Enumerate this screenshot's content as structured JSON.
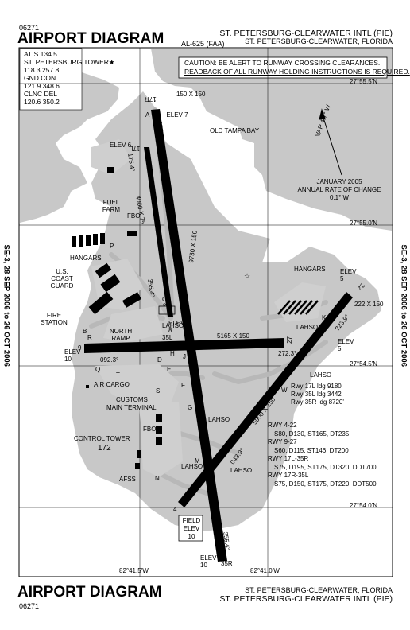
{
  "header": {
    "procedure_number": "06271",
    "title": "AIRPORT DIAGRAM",
    "airport_name": "ST. PETERSBURG-CLEARWATER INTL (PIE)",
    "location": "ST. PETERSBURG-CLEARWATER, FLORIDA",
    "al_number": "AL-625 (FAA)"
  },
  "footer": {
    "title": "AIRPORT DIAGRAM",
    "procedure_number": "06271",
    "location": "ST. PETERSBURG-CLEARWATER, FLORIDA",
    "airport_name": "ST. PETERSBURG-CLEARWATER INTL (PIE)"
  },
  "side_text": "SE-3, 28 SEP 2006 to 26 OCT 2006",
  "frequencies": [
    "ATIS 134.5",
    "ST. PETERSBURG TOWER★",
    "118.3  257.8",
    "GND CON",
    "121.9 348.6",
    "CLNC DEL",
    "120.6 350.2"
  ],
  "caution": {
    "line1": "CAUTION: BE ALERT TO RUNWAY CROSSING CLEARANCES.",
    "line2": "READBACK OF ALL RUNWAY HOLDING INSTRUCTIONS IS REQUIRED."
  },
  "variation": {
    "label": "VAR 4.7° W",
    "date": "JANUARY 2005",
    "rate_label": "ANNUAL RATE OF CHANGE",
    "rate": "0.1° W"
  },
  "grid": {
    "lat": [
      "27°55.5'N",
      "27°55.0'N",
      "27°54.5'N",
      "27°54.0'N"
    ],
    "lon": [
      "82°41.5'W",
      "82°41.0'W"
    ]
  },
  "labels": {
    "bay": "OLD TAMPA BAY",
    "dim_top": "150 X 150",
    "dim_17l": "4000 X 75",
    "dim_main": "9730 X 150",
    "dim_922": "5165 X 150",
    "dim_427": "5900 X 150",
    "dim_rt": "222 X 150",
    "elev_17r": "ELEV 7",
    "elev_17l": "ELEV 6",
    "elev_35l": "ELEV 8",
    "elev_9": "ELEV 10",
    "elev_27": "ELEV 5",
    "elev_22": "ELEV 5",
    "elev_35r": "ELEV 10",
    "field_elev_title": "FIELD ELEV",
    "field_elev_value": "10",
    "hdg_17r": "175.4°",
    "hdg_17l": "175.4°",
    "hdg_35l": "355.4°",
    "hdg_35r": "355.4°",
    "hdg_9": "092.3°",
    "hdg_27": "272.3°",
    "hdg_22": "223.9°",
    "hdg_4": "043.9°",
    "rwy_17r": "17R",
    "rwy_17l": "17L",
    "rwy_35l": "35L",
    "rwy_35r": "35R",
    "rwy_9": "9",
    "rwy_27": "27",
    "rwy_22": "22",
    "rwy_4": "4",
    "fuel_farm": "FUEL FARM",
    "fbo": "FBO",
    "fbo2": "FBO",
    "hangars": "HANGARS",
    "hangars2": "HANGARS",
    "coast_guard": "U.S. COAST GUARD",
    "fire_station": "FIRE STATION",
    "north_ramp": "NORTH RAMP",
    "air_cargo": "AIR CARGO",
    "customs": "CUSTOMS",
    "terminal": "MAIN TERMINAL",
    "control_tower": "CONTROL TOWER",
    "tower_height": "172",
    "afss": "AFSS",
    "lahso": "LAHSO"
  },
  "taxiways": [
    "A",
    "B",
    "C",
    "D",
    "E",
    "F",
    "G",
    "H",
    "J",
    "K",
    "L",
    "M",
    "N",
    "P",
    "Q",
    "R",
    "S",
    "T",
    "W"
  ],
  "landing_distances": [
    "Rwy 17L ldg 9180'",
    "Rwy 35L ldg 3442'",
    "Rwy 35R ldg 8720'"
  ],
  "runway_info": [
    "RWY 4-22",
    "S80, D130, ST165, DT235",
    "RWY 9-27",
    "S60, D115, ST146, DT200",
    "RWY 17L-35R",
    "S75, D195, ST175, DT320, DDT700",
    "RWY 17R-35L",
    "S75, D150, ST175, DT220, DDT500"
  ],
  "colors": {
    "land": "#c8c8c8",
    "water": "#ffffff",
    "runway": "#000000",
    "apron": "#cfcfcf"
  }
}
